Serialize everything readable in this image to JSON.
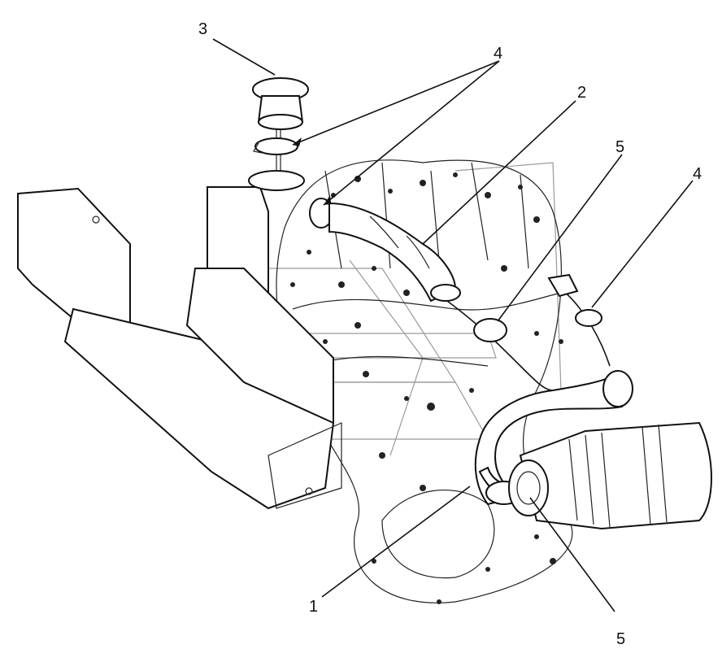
{
  "callouts": {
    "c1": "1",
    "c2": "2",
    "c3": "3",
    "c4a": "4",
    "c4b": "4",
    "c5a": "5",
    "c5b": "5"
  },
  "colors": {
    "ink": "#111111",
    "background": "#ffffff",
    "watermark": "#9a9a9a"
  }
}
